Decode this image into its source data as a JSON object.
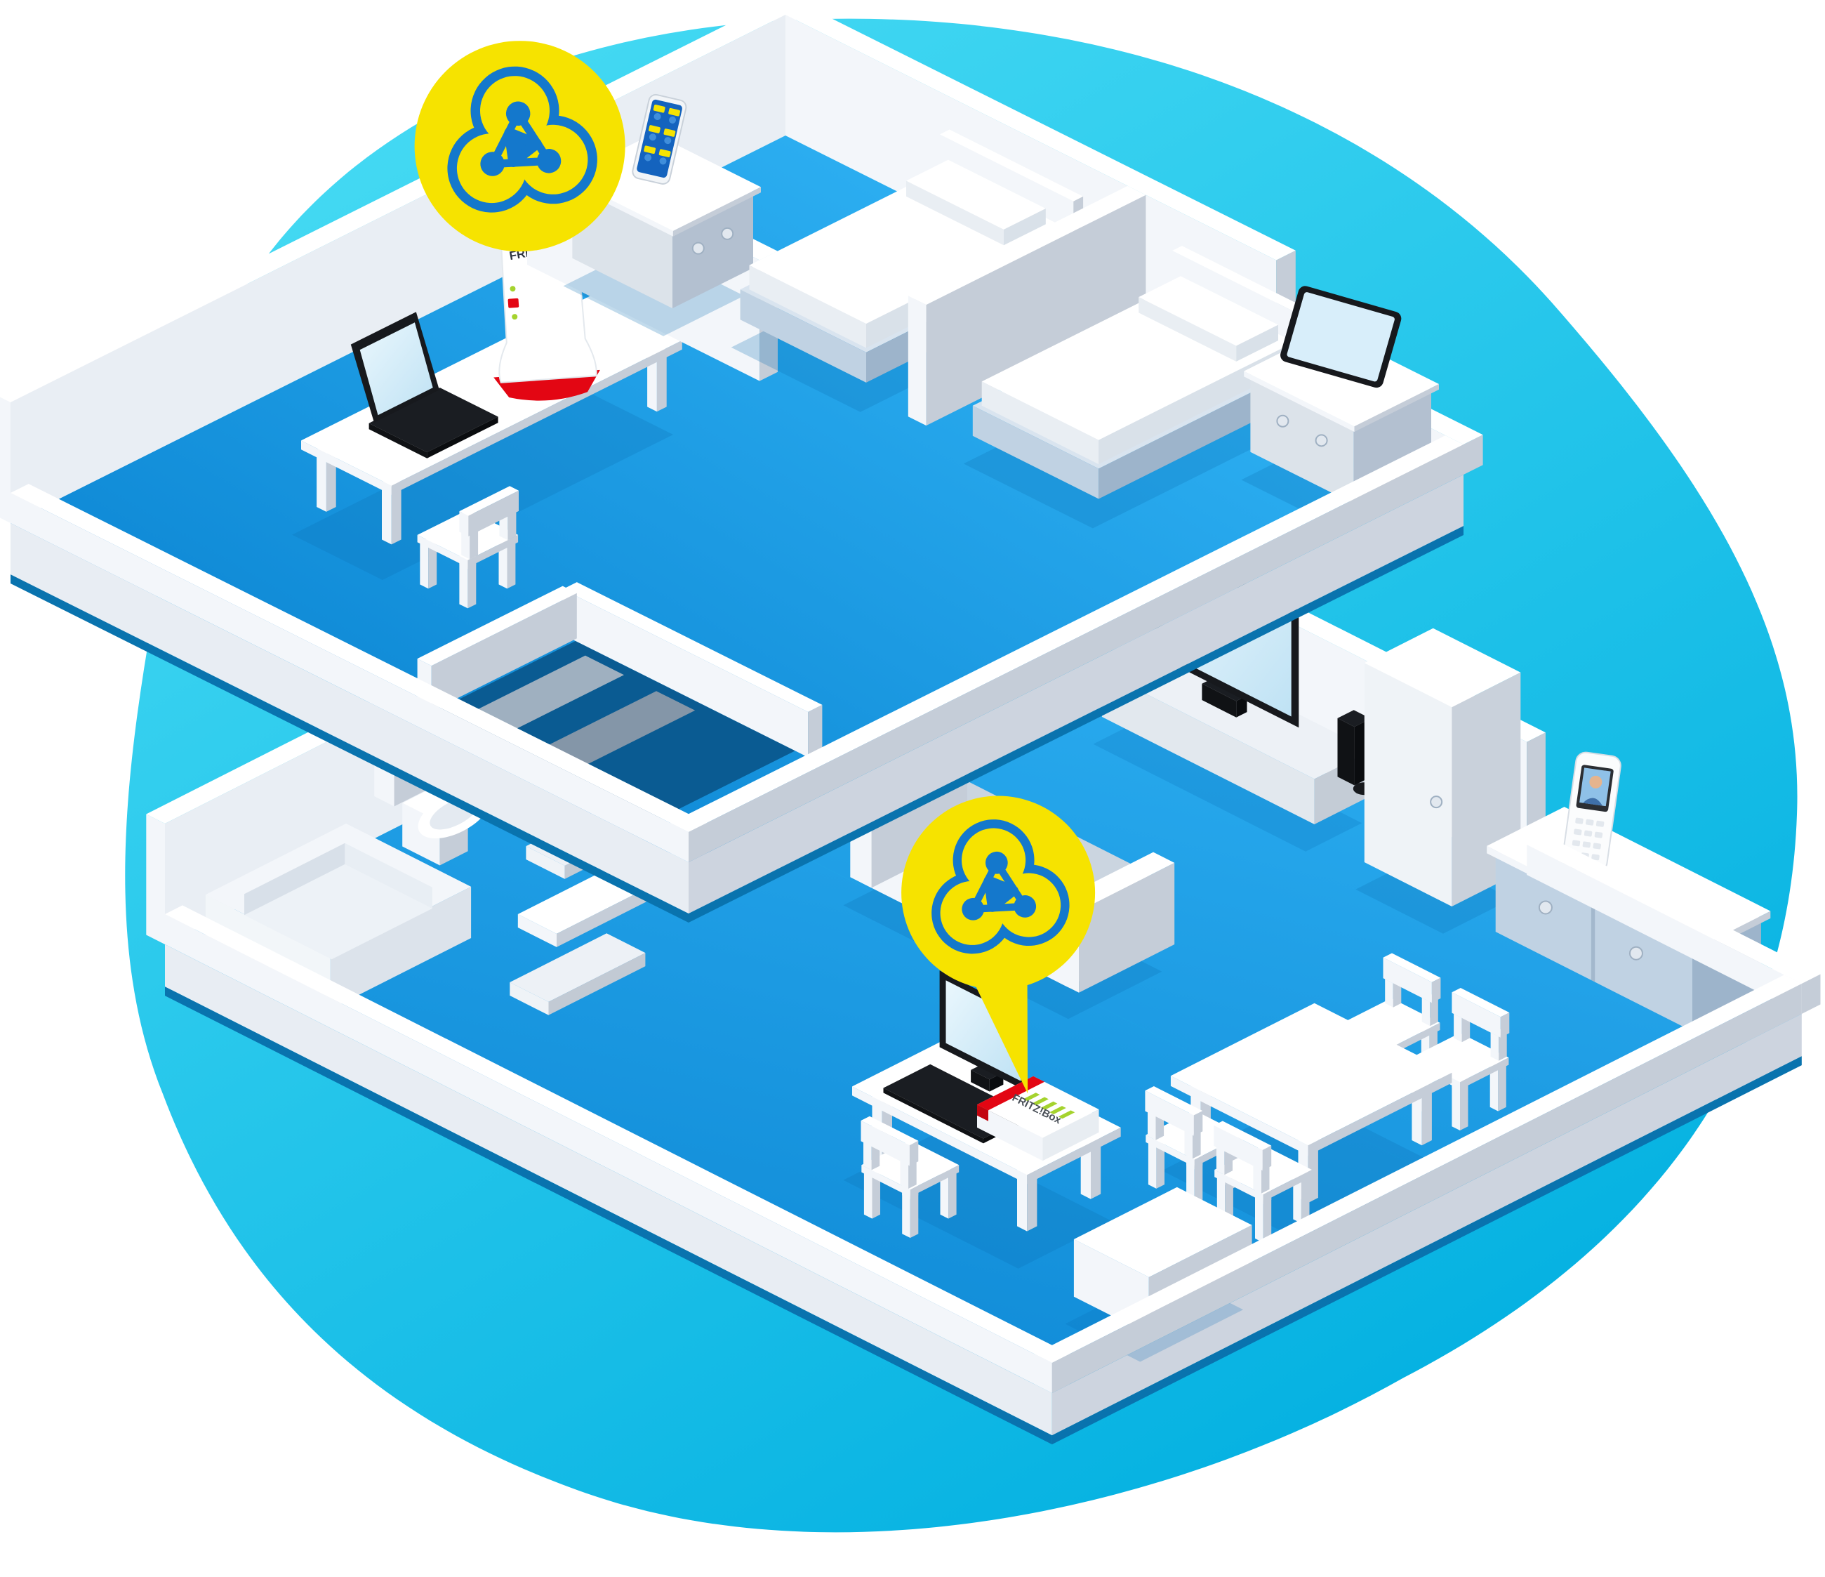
{
  "illustration": {
    "type": "isometric-smart-home-mesh-wifi",
    "floors": 2,
    "mesh_badge_count": 2,
    "labels": {
      "repeater_brand": "FRITZ!",
      "router_brand": "FRITZ!Box"
    },
    "devices_visible": [
      "fritz-repeater",
      "laptop",
      "smartphone",
      "tablet",
      "smart-tv",
      "game-console",
      "fritz-box-router",
      "desktop-monitor",
      "keyboard",
      "dect-cordless-phone"
    ],
    "furniture_visible": [
      "desk",
      "chair",
      "dresser",
      "bed",
      "bed",
      "dresser",
      "bathtub",
      "toilet",
      "staircase",
      "sofa",
      "tv-lowboard",
      "tall-cabinet",
      "pc-desk",
      "dining-table",
      "dining-chair",
      "dining-chair",
      "dining-chair",
      "dining-chair",
      "storage-box",
      "sideboard"
    ],
    "colors": {
      "canvas_bg": "#FFFFFF",
      "blob_top": "#47DBF4",
      "blob_bottom": "#00AEE0",
      "floor_n": "#2BADF0",
      "floor_s": "#0D87D4",
      "floor_shadow": "#0A6FB4",
      "white": "#FFFFFF",
      "wall_sw": "#F3F6FA",
      "wall_se": "#C5CDD8",
      "wall_inner": "#E9EEF4",
      "fascia_sw": "#E8EDF3",
      "fascia_se": "#CDD4DF",
      "edge_teal": "#0973AE",
      "gray_top": "#EDF1F6",
      "gray_sw": "#DCE3EA",
      "gray_se": "#B3C0D0",
      "bluegray_top": "#D9E4EF",
      "bluegray_sw": "#C0D2E3",
      "bluegray_se": "#9DB4CB",
      "mattress_side": "#E9EEF3",
      "mattress_se": "#D9E1E9",
      "black": "#17191D",
      "black_soft": "#26282D",
      "screen_a": "#EAF7FD",
      "screen_b": "#BFE2F4",
      "badge_yellow": "#F6E300",
      "mesh_blue": "#1478CC",
      "fritz_red": "#E30613",
      "fritz_red_dark": "#C2050F",
      "led_green": "#A5D32E",
      "phone_screen": "#1463BE",
      "chip_yellow": "#F6E300",
      "hole_dark": "#0A5B92"
    }
  }
}
